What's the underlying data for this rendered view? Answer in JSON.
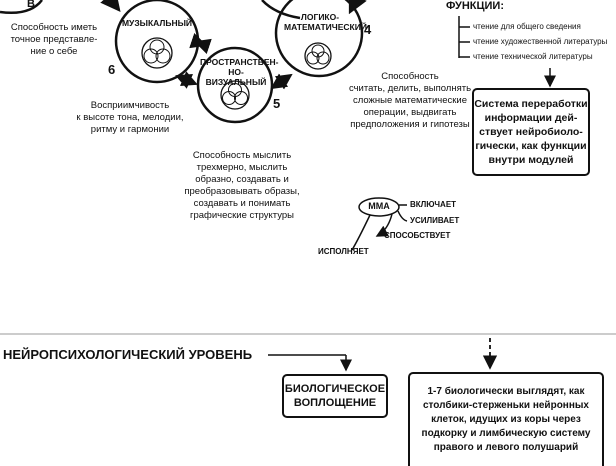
{
  "corner_letter": "В",
  "self_text": "Способность иметь\nточное представле-\nние о себе",
  "musical": {
    "label": "МУЗЫКАЛЬНЫЙ",
    "number": "6",
    "desc": "Восприимчивость\nк высоте тона, мелодии,\nритму и гармонии"
  },
  "spatial": {
    "label": "ПРОСТРАНСТВЕН-\nНО-ВИЗУАЛЬНЫЙ",
    "number": "5",
    "desc": "Способность мыслить\nтрехмерно, мыслить\nобразно, создавать и\nпреобразовывать образы,\nсоздавать и понимать\nграфические структуры"
  },
  "logical": {
    "label": "ЛОГИКО-\nМАТЕМАТИЧЕСКИЙ",
    "number": "4",
    "desc": "Способность\nсчитать, делить, выполнять\nсложные математические\nоперации, выдвигать\nпредположения и гипотезы"
  },
  "functions": {
    "title": "ФУНКЦИИ:",
    "items": [
      "чтение для общего сведения",
      "чтение художественной литературы",
      "чтение технической литературы"
    ]
  },
  "system_box": "Система переработки\nинформации дей-\nствует нейробиоло-\nгически, как функции\nвнутри модулей",
  "legend": {
    "center": "ММА",
    "items": [
      "ВКЛЮЧАЕТ",
      "УСИЛИВАЕТ",
      "СПОСОБСТВУЕТ",
      "ИСПОЛНЯЕТ"
    ]
  },
  "neuro_level": "НЕЙРОПСИХОЛОГИЧЕСКИЙ УРОВЕНЬ",
  "bio_box": "БИОЛОГИЧЕСКОЕ\nВОПЛОЩЕНИЕ",
  "neuro_box": "1-7 биологически выглядят, как\nстолбики-стерженьки нейронных\nклеток, идущих из коры через\nподкорку и лимбическую систему\nправого и левого полушарий"
}
